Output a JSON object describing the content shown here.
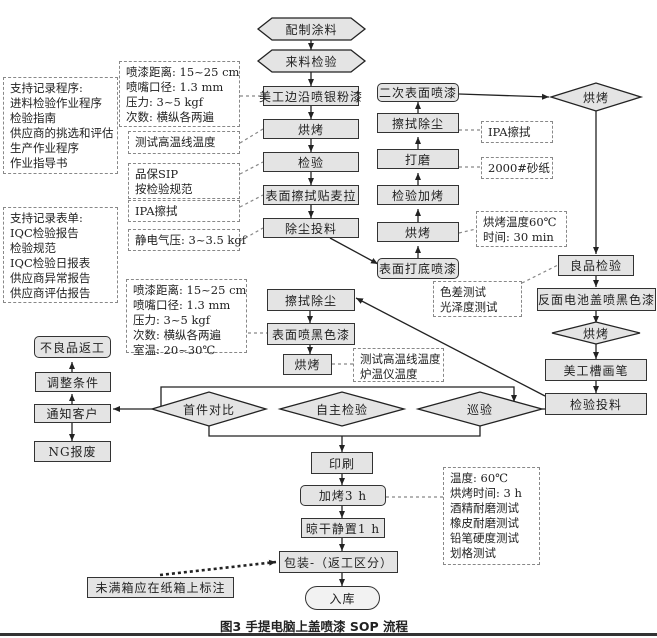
{
  "figure": {
    "caption": "图3   手提电脑上盖喷漆 SOP 流程",
    "colors": {
      "box_fill": "#e4e4e4",
      "line": "#333333",
      "dashed": "#888888"
    }
  },
  "main_flow": {
    "start": "配制涂料",
    "incoming_inspection": "来料检验",
    "edge_spray_silver": "美工边沿喷银粉漆",
    "bake1": "烘烤",
    "inspection1": "检验",
    "wipe_surface_tape": "表面擦拭贴麦拉",
    "dust_removal_feed": "除尘投料",
    "primer_spray": "表面打底喷漆",
    "bake2": "烘烤",
    "inspect_bake": "检验加烤",
    "sanding": "打磨",
    "wipe_dust": "擦拭除尘",
    "second_spray": "二次表面喷漆",
    "bake_diamond": "烘烤",
    "good_inspection": "良品检验",
    "back_battery_black": "反面电池盖喷黑色漆",
    "bake_diamond2": "烘烤",
    "art_groove_pen": "美工槽画笔",
    "inspect_feed": "检验投料",
    "wipe_dust2": "擦拭除尘",
    "black_spray": "表面喷黑色漆",
    "bake3": "烘烤",
    "first_article": "首件对比",
    "self_inspection": "自主检验",
    "patrol_inspection": "巡验",
    "printing": "印刷",
    "bake_3h": "加烤3 h",
    "dry_1h": "晾干静置1 h",
    "packing": "包装-（返工区分）",
    "warehouse": "入库"
  },
  "reject_flow": {
    "rework": "不良品返工",
    "adjust": "调整条件",
    "notify": "通知客户",
    "scrap": "NG报废"
  },
  "notes": {
    "support_procedures": [
      "支持记录程序:",
      "进料检验作业程序",
      "检验指南",
      "供应商的挑选和评估",
      "生产作业程序",
      "作业指导书"
    ],
    "support_forms": [
      "支持记录表单:",
      "IQC检验报告",
      "检验规范",
      "IQC检验日报表",
      "供应商异常报告",
      "供应商评估报告"
    ],
    "spray_params1": [
      "喷漆距离: 15~25 cm",
      "喷嘴口径: 1.3 mm",
      "压力: 3~5 kgf",
      "次数: 横纵各两遍"
    ],
    "test_temp": [
      "测试高温线温度"
    ],
    "qa_sip": [
      "品保SIP",
      "按检验规范"
    ],
    "ipa_wipe": [
      "IPA擦拭"
    ],
    "static_pressure": [
      "静电气压: 3~3.5 kgf"
    ],
    "spray_params2": [
      "喷漆距离: 15~25 cm",
      "喷嘴口径: 1.3 mm",
      "压力: 3~5 kgf",
      "次数: 横纵各两遍",
      "室温: 20~30℃"
    ],
    "test_temp2": [
      "测试高温线温度",
      "炉温仪温度"
    ],
    "ipa_wipe2": [
      "IPA擦拭"
    ],
    "sandpaper": [
      "2000#砂纸"
    ],
    "bake_params": [
      "烘烤温度60℃",
      "时间: 30 min"
    ],
    "color_tests": [
      "色差测试",
      "光泽度测试"
    ],
    "bake3h_params": [
      "温度: 60℃",
      "烘烤时间: 3 h",
      "酒精耐磨测试",
      "橡皮耐磨测试",
      "铅笔硬度测试",
      "划格测试"
    ],
    "unfilled_box": [
      "未满箱应在纸箱上标注"
    ]
  }
}
